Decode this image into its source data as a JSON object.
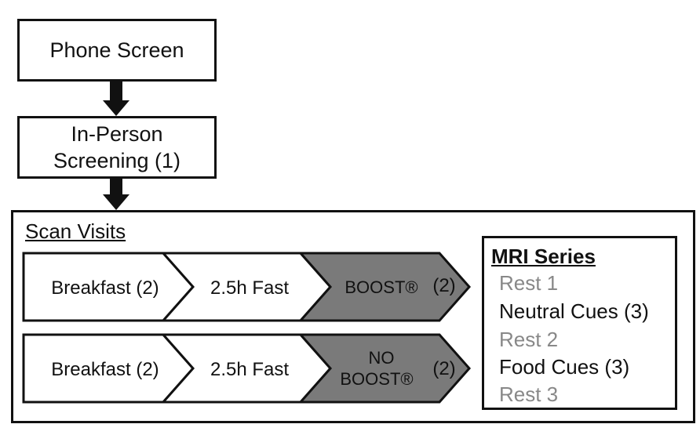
{
  "steps": {
    "phone_screen": "Phone Screen",
    "in_person_line1": "In-Person",
    "in_person_line2": "Screening (1)"
  },
  "scan_visits": {
    "title": "Scan Visits",
    "row1": {
      "breakfast": "Breakfast (2)",
      "fast": "2.5h Fast",
      "boost": "BOOST®",
      "boost_note": "(2)"
    },
    "row2": {
      "breakfast": "Breakfast (2)",
      "fast": "2.5h Fast",
      "boost_line1": "NO",
      "boost_line2": "BOOST®",
      "boost_note": "(2)"
    }
  },
  "mri_series": {
    "title": "MRI Series",
    "items": [
      "Rest 1",
      "Neutral Cues (3)",
      "Rest 2",
      "Food Cues (3)",
      "Rest 3"
    ]
  },
  "colors": {
    "boost_fill": "#7a7a7a",
    "rest_text": "#888888"
  }
}
